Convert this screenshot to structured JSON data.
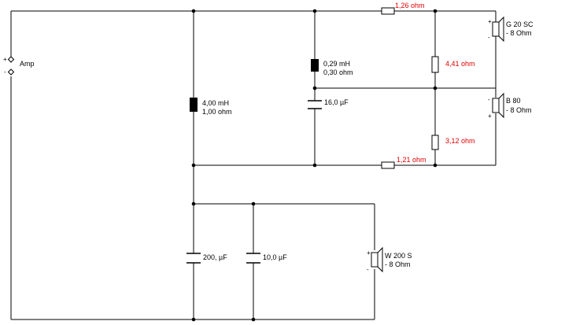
{
  "amp": {
    "label": "Amp",
    "plus": "+",
    "minus": "-"
  },
  "inductors": {
    "l1": {
      "line1": "0,29 mH",
      "line2": "0,30 ohm"
    },
    "l2": {
      "line1": "4,00 mH",
      "line2": "1,00 ohm"
    }
  },
  "resistors": {
    "r_top": {
      "value": "1,26 ohm"
    },
    "r_tweeter_shunt": {
      "value": "4,41 ohm"
    },
    "r_mid_shunt": {
      "value": "3,12 ohm"
    },
    "r_bottom": {
      "value": "1,21 ohm"
    }
  },
  "capacitors": {
    "c1": {
      "value": "16,0 µF"
    },
    "c2": {
      "value": "200, µF"
    },
    "c3": {
      "value": "10,0 µF"
    }
  },
  "speakers": {
    "tweeter": {
      "name": "G 20 SC",
      "impedance": "- 8 Ohm",
      "plus": "+",
      "minus": "-"
    },
    "mid": {
      "name": "B 80",
      "impedance": "- 8 Ohm",
      "plus": "+",
      "minus": "-"
    },
    "woofer": {
      "name": "W 200 S",
      "impedance": "- 8 Ohm",
      "plus": "+",
      "minus": "-"
    }
  },
  "colors": {
    "wire": "#000000",
    "value_highlight": "#e00000",
    "background": "#ffffff"
  }
}
